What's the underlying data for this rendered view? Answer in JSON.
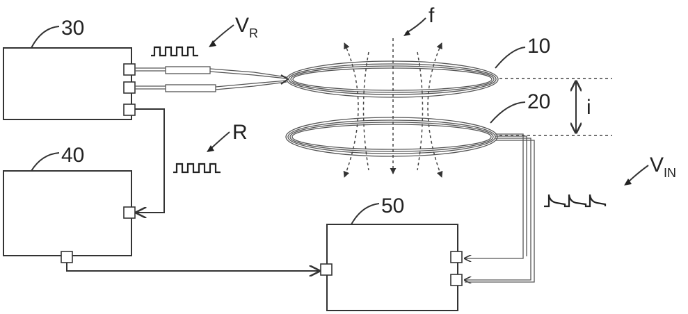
{
  "labels": {
    "block_30": "30",
    "block_40": "40",
    "block_50": "50",
    "coil_10": "10",
    "coil_20": "20",
    "field": "f",
    "gap": "i",
    "signal_r": "R",
    "signal_vr_main": "V",
    "signal_vr_sub": "R",
    "signal_vin_main": "V",
    "signal_vin_sub": "IN"
  }
}
